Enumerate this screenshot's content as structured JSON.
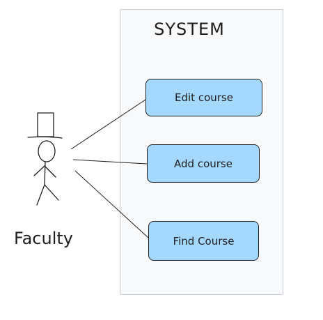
{
  "system": {
    "title": "SYSTEM"
  },
  "actor": {
    "label": "Faculty",
    "icon": "stick-figure-with-top-hat"
  },
  "use_cases": [
    {
      "label": "Edit course"
    },
    {
      "label": "Add course"
    },
    {
      "label": "Find Course"
    }
  ],
  "colors": {
    "use_case_fill": "#a5d8ff",
    "system_fill": "#f8f9fa",
    "stroke": "#1e1e1e"
  }
}
